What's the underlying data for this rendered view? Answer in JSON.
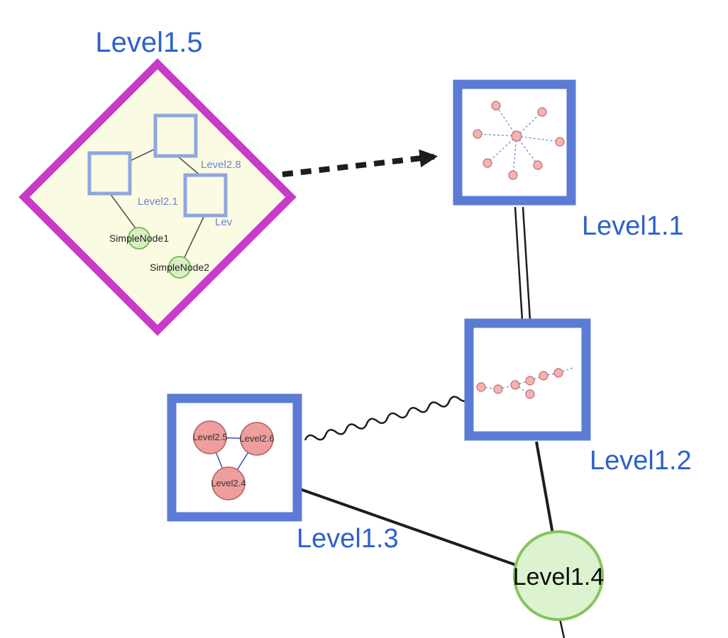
{
  "diagram": {
    "nodes": {
      "level1_5": {
        "label": "Level1.5",
        "shape": "diamond-group",
        "border_color": "#c73bc7"
      },
      "level1_1": {
        "label": "Level1.1",
        "shape": "square-group",
        "border_color": "#5b7bd5"
      },
      "level1_2": {
        "label": "Level1.2",
        "shape": "square-group",
        "border_color": "#5b7bd5"
      },
      "level1_3": {
        "label": "Level1.3",
        "shape": "square-group",
        "border_color": "#5b7bd5"
      },
      "level1_4": {
        "label": "Level1.4",
        "shape": "circle",
        "fill": "#ddf3cf"
      },
      "level2_8": {
        "label": "Level2.8",
        "shape": "square-group"
      },
      "level2_1": {
        "label": "Level2.1",
        "shape": "square-group"
      },
      "level2_partial": {
        "label": "Lev",
        "shape": "square-group"
      },
      "simple_node1": {
        "label": "SimpleNode1",
        "shape": "circle"
      },
      "simple_node2": {
        "label": "SimpleNode2",
        "shape": "circle"
      },
      "level2_5": {
        "label": "Level2.5",
        "shape": "circle"
      },
      "level2_6": {
        "label": "Level2.6",
        "shape": "circle"
      },
      "level2_4": {
        "label": "Level2.4",
        "shape": "circle"
      }
    },
    "edges": [
      {
        "from": "Level1.5",
        "to": "Level1.1",
        "style": "bold-dashed-arrow"
      },
      {
        "from": "Level1.1",
        "to": "Level1.2",
        "style": "double-line"
      },
      {
        "from": "Level1.3",
        "to": "Level1.2",
        "style": "wavy"
      },
      {
        "from": "Level1.3",
        "to": "Level1.4",
        "style": "solid"
      },
      {
        "from": "Level1.2",
        "to": "Level1.4",
        "style": "solid"
      },
      {
        "from": "Level2.1",
        "to": "Level2.8",
        "style": "solid-thin"
      },
      {
        "from": "Level2.8",
        "to": "Lev",
        "style": "solid-thin"
      },
      {
        "from": "Level2.1",
        "to": "SimpleNode1",
        "style": "solid-thin"
      },
      {
        "from": "Lev",
        "to": "SimpleNode2",
        "style": "solid-thin"
      },
      {
        "from": "Level2.5",
        "to": "Level2.6",
        "style": "thin-blue"
      },
      {
        "from": "Level2.5",
        "to": "Level2.4",
        "style": "thin-blue"
      },
      {
        "from": "Level2.6",
        "to": "Level2.4",
        "style": "thin-blue"
      }
    ],
    "colors": {
      "label_blue": "#2d61c9",
      "inner_label_blue": "#6b83d6",
      "diamond_stroke": "#c73bc7",
      "diamond_fill": "#fbfbe3",
      "group_square_stroke": "#8fa7dd",
      "box_stroke": "#5b7bd5",
      "pink_node_fill": "#f2b4b0",
      "pink_node_stroke": "#c06a6a",
      "green_node_fill": "#d8efc2",
      "green_node_stroke": "#7fbf5c",
      "edge_black": "#1d1d1d",
      "mini_edge_blue": "#5566cc"
    }
  }
}
